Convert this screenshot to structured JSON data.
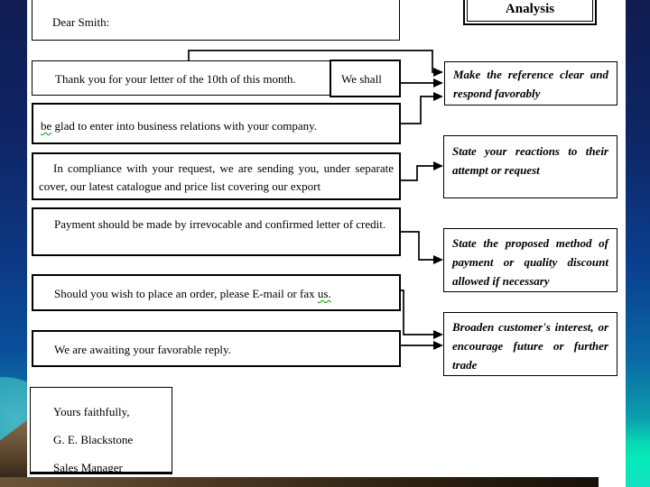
{
  "slide": {
    "analysis_title": "Analysis",
    "letter": {
      "salutation": "Dear Smith:",
      "thank_you": "Thank you for your letter of the 10th of this month.",
      "we_shall": "We shall",
      "be_glad_word": "be",
      "be_glad_rest": " glad to enter into business relations with your company.",
      "compliance": "In compliance with your request, we are sending you, under separate cover, our latest catalogue and price list covering our export",
      "payment": "Payment should be made by irrevocable and confirmed letter of credit.",
      "order_main": "Should you wish to place an order, please E-mail or fax ",
      "order_us": "us.",
      "awaiting": "We are awaiting your favorable reply.",
      "closing": "Yours faithfully,",
      "signer": "G. E. Blackstone",
      "signer_title": "Sales Manager"
    },
    "analysis_notes": [
      "Make the reference clear and respond favorably",
      "State your reactions to their attempt or request",
      "State the proposed method of payment or quality discount allowed if necessary",
      "Broaden customer's interest, or encourage future or further trade"
    ],
    "colors": {
      "band_navy": "#101d52",
      "band_blue": "#0a4090",
      "band_teal": "#0f7ba4",
      "band_bright_green": "#05e9b6",
      "corner_brown": "#5a452c",
      "spellcheck_green": "#00a000",
      "line_black": "#000000"
    }
  }
}
